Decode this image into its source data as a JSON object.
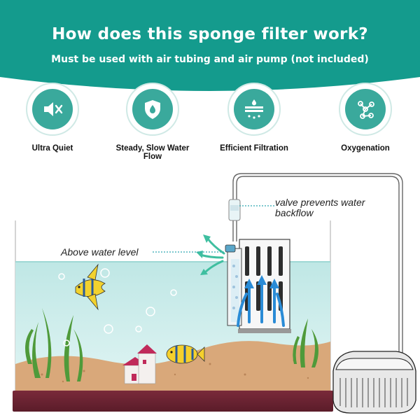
{
  "banner": {
    "title": "How does this sponge filter work?",
    "subtitle": "Must be used with air tubing and air pump (not included)",
    "color": "#149b8d"
  },
  "features": [
    {
      "label": "Ultra Quiet",
      "icon": "mute-speaker-icon"
    },
    {
      "label": "Steady, Slow Water Flow",
      "icon": "water-drop-shield-icon"
    },
    {
      "label": "Efficient Filtration",
      "icon": "filter-layers-icon"
    },
    {
      "label": "Oxygenation",
      "icon": "molecule-icon"
    }
  ],
  "callouts": {
    "valve": "valve prevents water backflow",
    "above_water": "Above water level"
  },
  "colors": {
    "teal": "#149b8d",
    "water": "#cfeeec",
    "sand": "#d9a87a",
    "base": "#6b2331",
    "arrow": "#2a8bd6"
  }
}
